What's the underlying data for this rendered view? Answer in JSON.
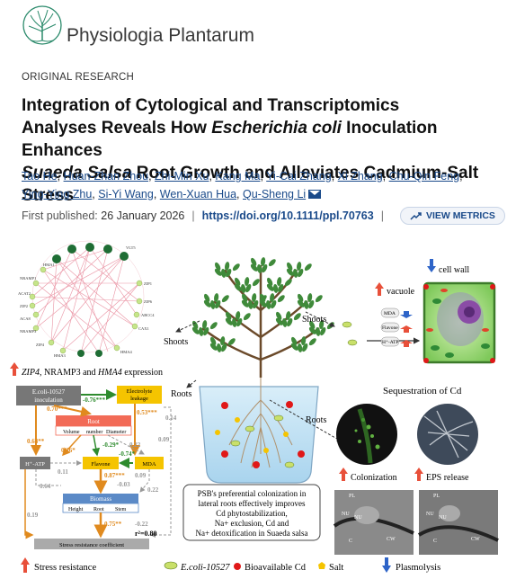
{
  "journal": {
    "name": "Physiologia Plantarum"
  },
  "article": {
    "type": "ORIGINAL RESEARCH",
    "title_line1": "Integration of Cytological and Transcriptomics",
    "title_line2a": "Analyses Reveals How ",
    "title_line2b": "Escherichia coli",
    "title_line2c": " Inoculation Enhances",
    "title_line3a": "Suaeda Salsa",
    "title_line3b": " Root Growth and Alleviates Cadmium-Salt Stress",
    "authors": [
      "Tao He",
      "Huan-Zhan Zhou",
      "Zhi-Min Xu",
      "Kang Ma",
      "Yi-Cai Zhang",
      "Xi Zhang",
      "Chu-Qin Feng",
      "Ying-Ying Zhu",
      "Si-Yi Wang",
      "Wen-Xuan Hua",
      "Qu-Sheng Li"
    ],
    "first_published_label": "First published:",
    "first_published_date": "26 January 2026",
    "doi": "https://doi.org/10.1111/ppl.70763",
    "metrics_label": "VIEW METRICS"
  },
  "abstract": {
    "network_genes": [
      "HMA1",
      "NRAMP1",
      "ACAT2",
      "ZIP2",
      "ACA8",
      "NRAMP3",
      "ZIP4",
      "HMA3",
      "HMA4",
      "CAX1",
      "ABCC4",
      "ZIP6",
      "ZIP1",
      "VLT5"
    ],
    "expression_label_a": "ZIP4",
    "expression_label_b": ", NRAMP3",
    "expression_label_c": " and ",
    "expression_label_d": "HMA4",
    "expression_label_e": " expression",
    "shoots": "Shoots",
    "roots": "Roots",
    "node_ecoli": "E.coli-10527 inoculation",
    "node_electrolyte": "Electrolyte leakage",
    "node_root": "Root",
    "node_root_sub": [
      "Volume",
      "number",
      "Diameter"
    ],
    "node_hatp": "H⁺-ATP",
    "node_flavone": "Flavone",
    "node_mda": "MDA",
    "node_biomass": "Biomass",
    "node_biomass_sub": [
      "Height",
      "Root",
      "Stem"
    ],
    "node_stress": "Stress resistance coefficient",
    "coef": [
      "0.70***",
      "-0.76***",
      "0.53***",
      "0.14",
      "0.63**",
      "-0.29*",
      "0.26*",
      "0.11",
      "-0.74*",
      "0.22",
      "0.09",
      "0.87***",
      "0.22",
      "0.64",
      "-0.03",
      "0.19",
      "0.75**",
      "-0.22",
      "0.09"
    ],
    "r2": "r²=0.80",
    "cell_wall": "cell wall",
    "vacuole": "vacuole",
    "cell_markers": [
      "MDA",
      "Flavone",
      "H⁺-ATP"
    ],
    "sequestration": "Sequestration of Cd",
    "colonization": "Colonization",
    "eps": "EPS release",
    "summary": [
      "PSB's preferential colonization in",
      "lateral roots effectively improves",
      "Cd phytostabilization,",
      "Na+ exclusion, Cd and",
      "Na+ detoxification in Suaeda salsa"
    ],
    "micro_labels_1": [
      "PL",
      "NU",
      "NU",
      "C",
      "CW"
    ],
    "micro_labels_2": [
      "PL",
      "NU",
      "NU",
      "C",
      "CW"
    ],
    "legend": {
      "stress": "Stress resistance",
      "ecoli": "E.coli-10527",
      "cd": "Bioavailable Cd",
      "salt": "Salt",
      "plasmolysis": "Plasmolysis"
    }
  }
}
